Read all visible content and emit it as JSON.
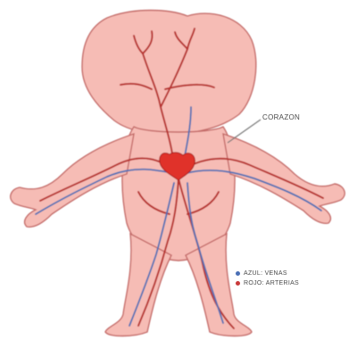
{
  "diagram": {
    "callout_label": "CORAZON",
    "legend": [
      {
        "label": "AZUL: VENAS",
        "color": "#4a6fb5"
      },
      {
        "label": "ROJO: ARTERIAS",
        "color": "#c93a3a"
      }
    ],
    "colors": {
      "skin": "#f6bcb5",
      "skin_outline": "#c46a68",
      "heart": "#e0302a",
      "artery": "#b8322e",
      "vein": "#4a6fb5"
    }
  }
}
